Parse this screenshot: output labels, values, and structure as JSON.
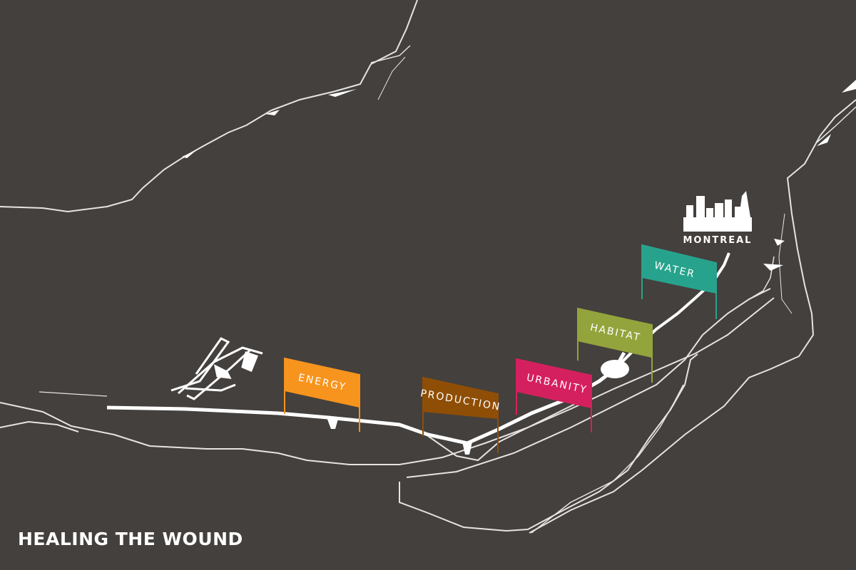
{
  "caption": "HEALING THE WOUND",
  "city": {
    "label": "MONTREAL"
  },
  "flags": [
    {
      "label": "ENERGY",
      "color": "#f7941d"
    },
    {
      "label": "PRODUCTION",
      "color": "#8f4e05"
    },
    {
      "label": "URBANITY",
      "color": "#d5205f"
    },
    {
      "label": "HABITAT",
      "color": "#94a43c"
    },
    {
      "label": "WATER",
      "color": "#27a38d"
    }
  ],
  "colors": {
    "background": "#44403d",
    "lines": "#e6e4e2",
    "corridor": "#ffffff"
  }
}
